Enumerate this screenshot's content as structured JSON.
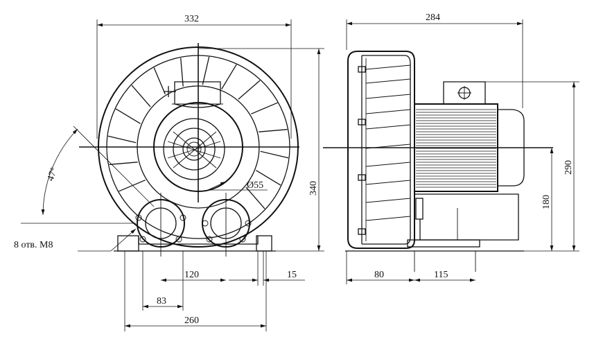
{
  "dimensions": {
    "overall_width": "332",
    "overall_height": "340",
    "depth": "284",
    "axis_height": "290",
    "foot_height": "180",
    "port_spacing": "120",
    "port_offset": "83",
    "base_width": "260",
    "foot_width": "15",
    "side_offset": "80",
    "side_base": "115",
    "port_diameter": "Ø55",
    "angle": "47°",
    "holes": "8 отв. М8"
  }
}
